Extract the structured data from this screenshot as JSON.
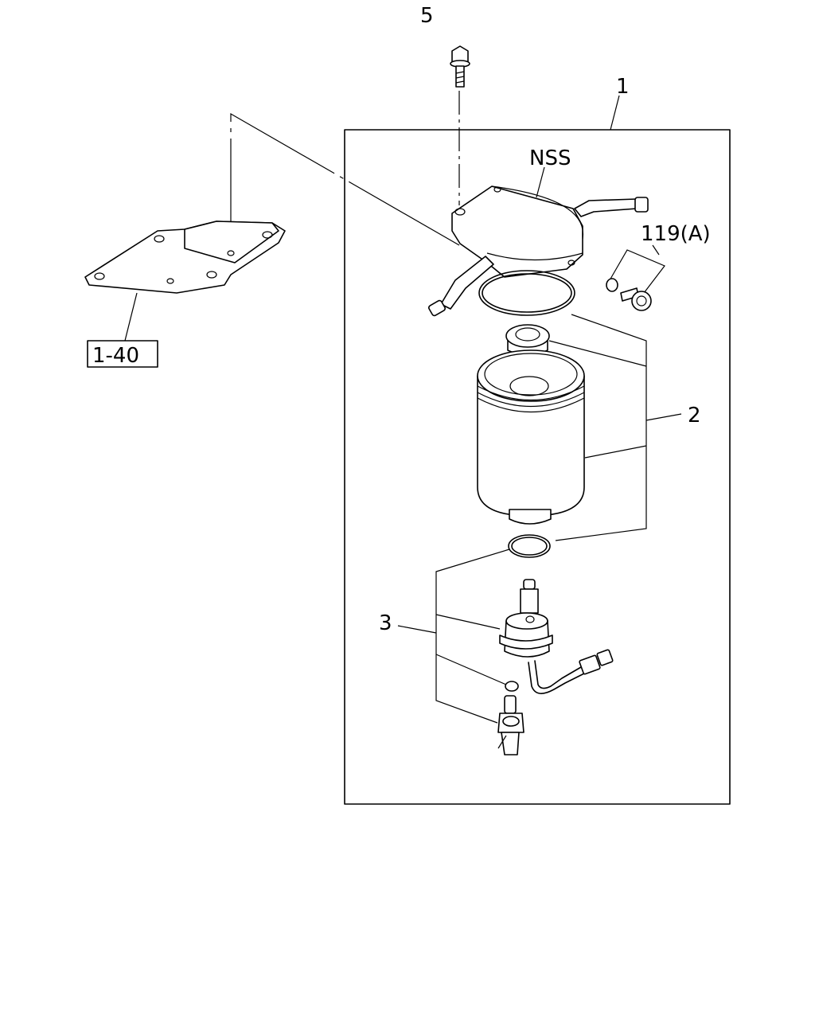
{
  "callouts": {
    "bolt": "5",
    "assembly": "1",
    "not_serviced": "NSS",
    "bolt_kit": "119(A)",
    "filter_kit": "2",
    "sensor_kit": "3",
    "ref_page": "1-40"
  }
}
